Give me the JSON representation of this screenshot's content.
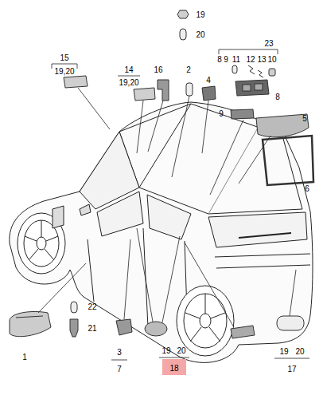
{
  "diagram": {
    "labels": [
      "19",
      "20",
      "23",
      "8",
      "9",
      "11",
      "12",
      "13",
      "10",
      "15",
      "14",
      "16",
      "2",
      "19,20",
      "19,20",
      "4",
      "8",
      "9",
      "5",
      "6",
      "22",
      "21",
      "1",
      "3",
      "19",
      "20",
      "19",
      "20",
      "7",
      "18",
      "17"
    ]
  }
}
